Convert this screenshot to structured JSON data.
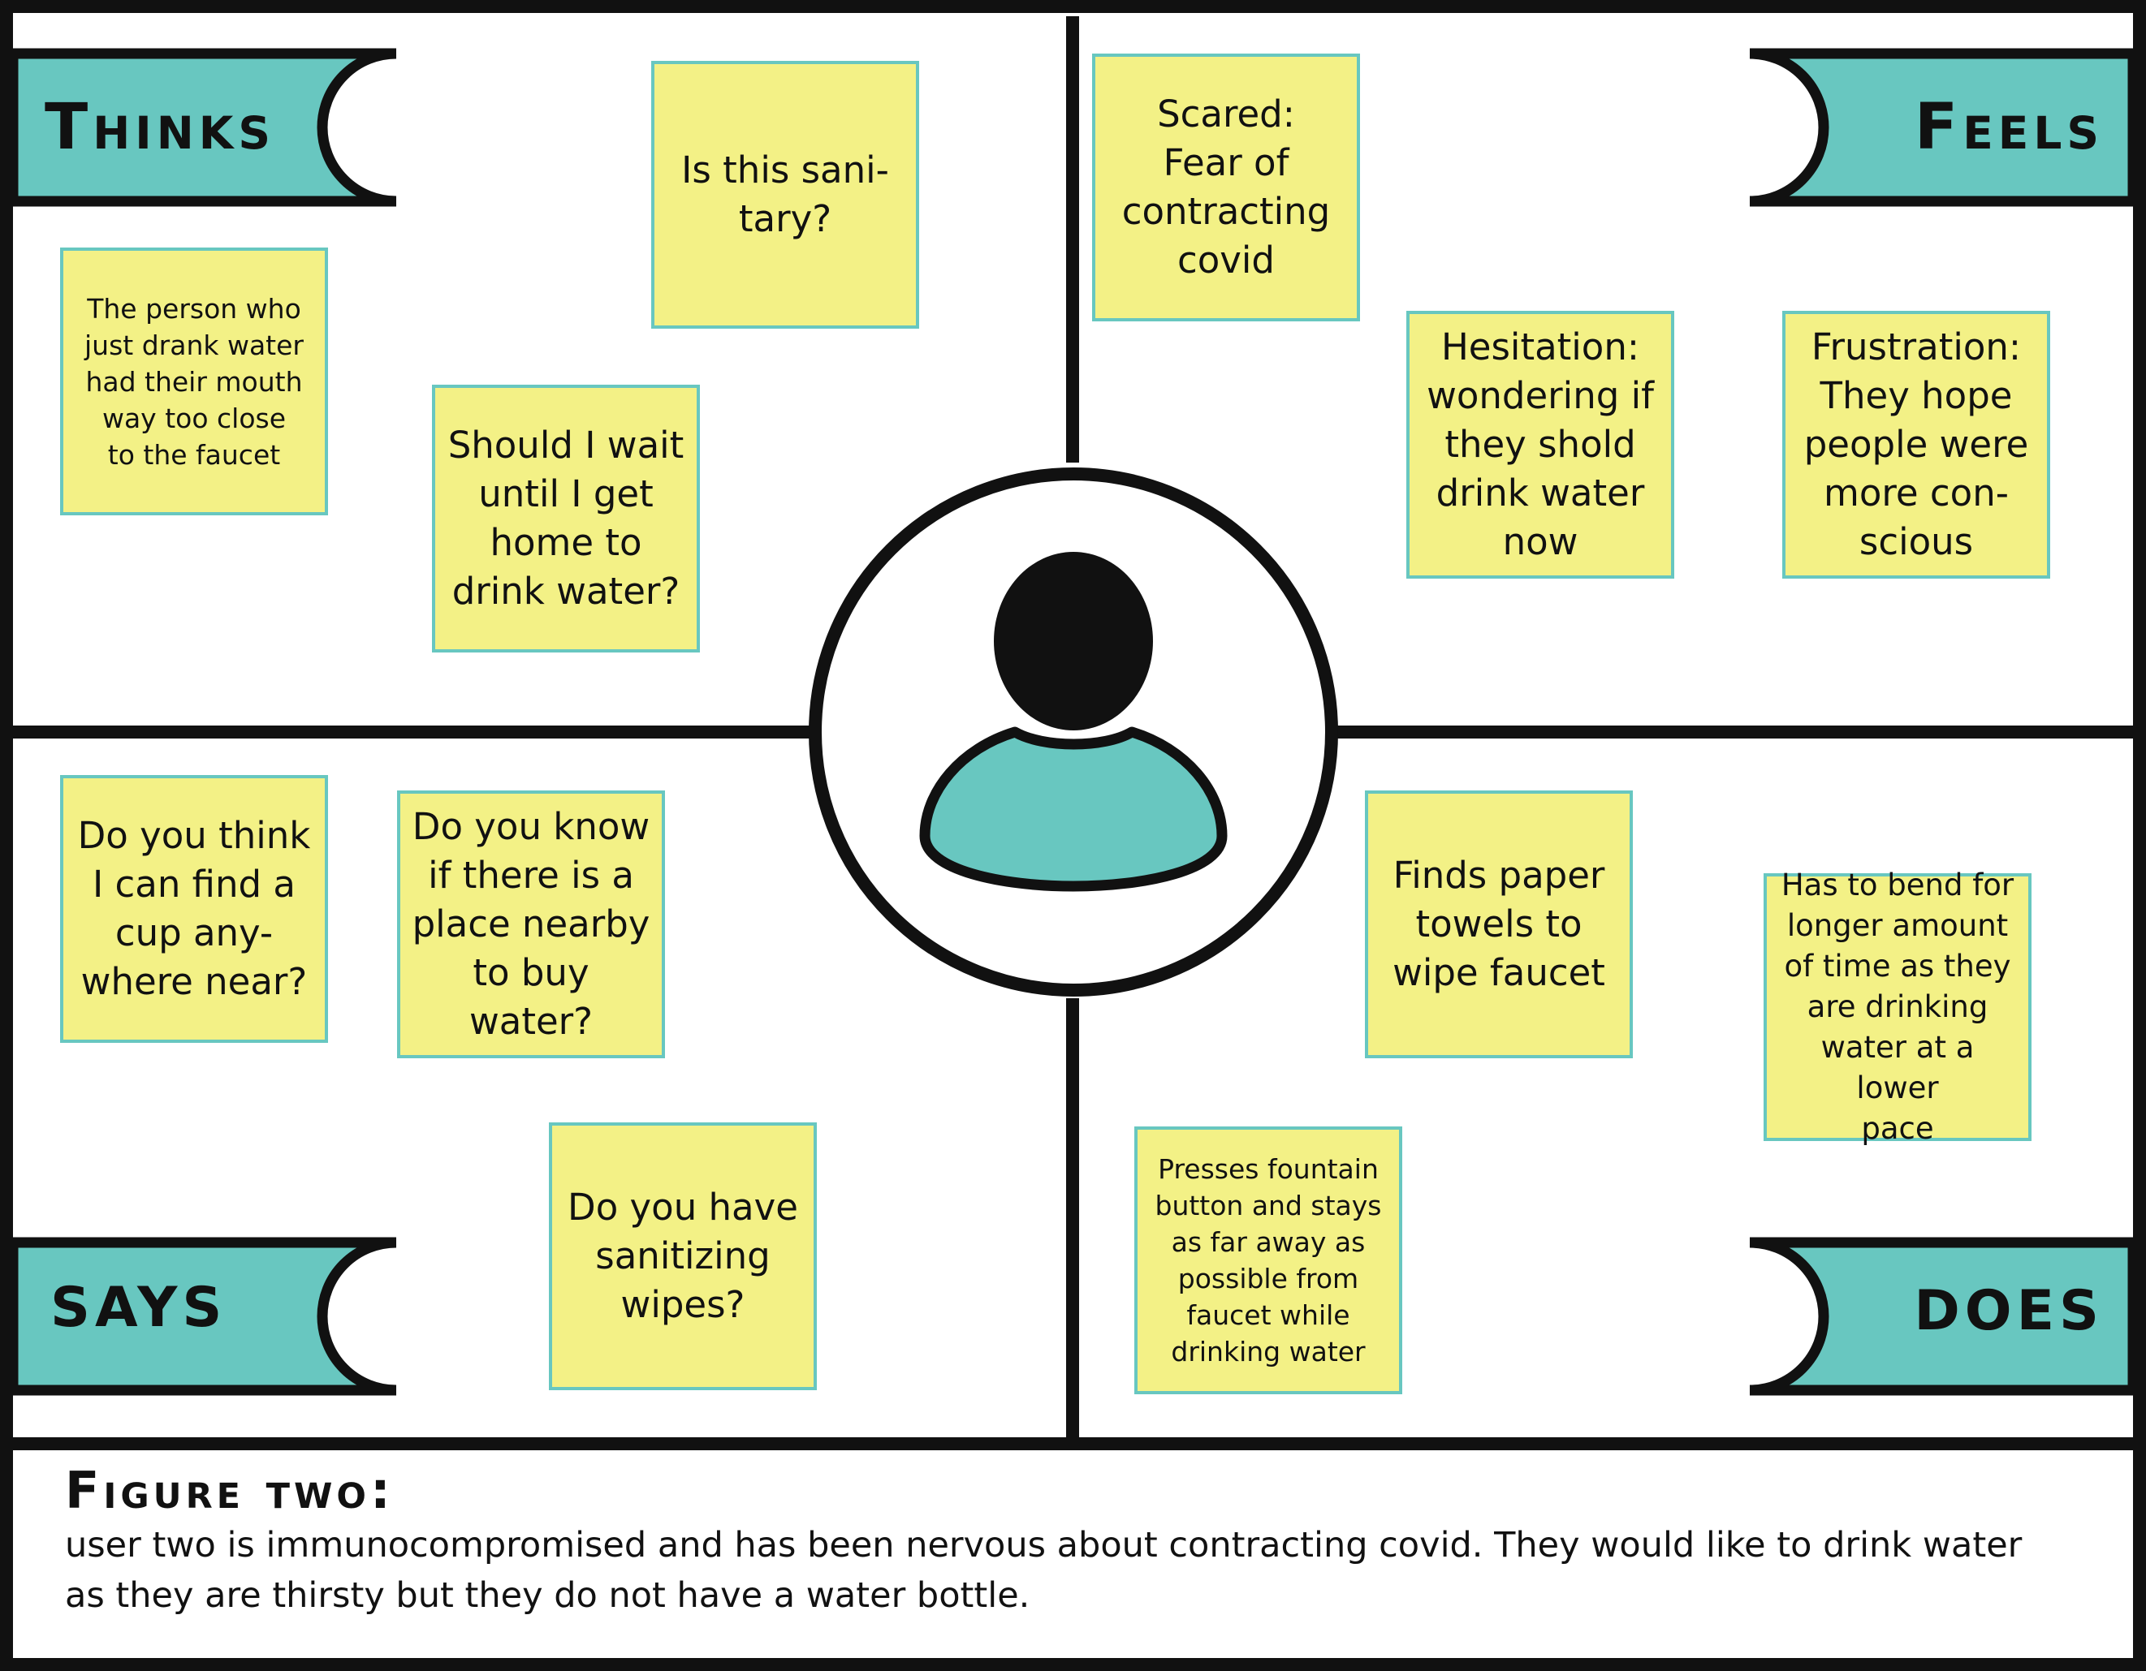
{
  "colors": {
    "teal": "#68c7c0",
    "sticky_yellow": "#f3f186",
    "sticky_border": "#68c7c0",
    "ink": "#111111"
  },
  "quadrants": {
    "thinks": {
      "label": "Thinks",
      "notes": [
        {
          "text": "The person who\njust drank water\nhad their mouth\nway too close\nto the faucet"
        },
        {
          "text": "Is this sani-\ntary?"
        },
        {
          "text": "Should I wait\nuntil I get\nhome to\ndrink water?"
        }
      ]
    },
    "feels": {
      "label": "Feels",
      "notes": [
        {
          "text": "Scared:\nFear of\ncontracting\ncovid"
        },
        {
          "text": "Hesitation:\nwondering if\nthey shold\ndrink water\nnow"
        },
        {
          "text": "Frustration:\nThey hope\npeople were\nmore con-\nscious"
        }
      ]
    },
    "says": {
      "label": "SAYS",
      "notes": [
        {
          "text": "Do you think\nI can find a\ncup any-\nwhere near?"
        },
        {
          "text": "Do you know\nif there is a\nplace nearby\nto buy\nwater?"
        },
        {
          "text": "Do you have\nsanitizing\nwipes?"
        }
      ]
    },
    "does": {
      "label": "DOES",
      "notes": [
        {
          "text": "Finds paper\ntowels to\nwipe faucet"
        },
        {
          "text": "Has to bend for\nlonger amount\nof time as they\nare drinking\nwater at a lower\npace"
        },
        {
          "text": "Presses fountain\nbutton and stays\nas far away as\npossible from\nfaucet while\ndrinking water"
        }
      ]
    }
  },
  "center": {
    "icon": "user-avatar-icon"
  },
  "caption": {
    "title": "Figure two:",
    "body": "user two is immunocompromised and has been nervous about contracting covid. They would like to drink water\nas they are thirsty but they do not have a water bottle."
  }
}
